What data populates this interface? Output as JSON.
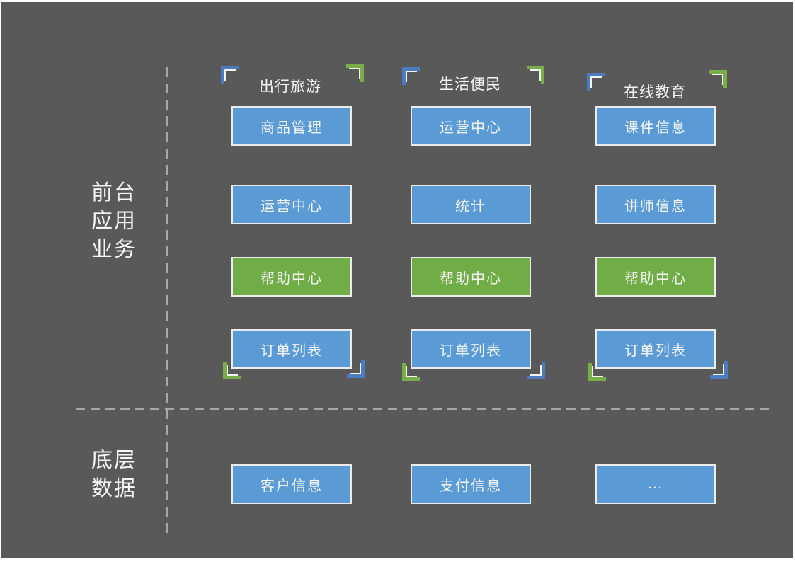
{
  "colors": {
    "background": "#595959",
    "box_blue": "#5B9BD5",
    "box_green": "#70AD47",
    "box_border": "#ECECEC",
    "bracket_blue": "#4C7CC0",
    "bracket_green": "#79AD49",
    "bracket_edge": "#F2F6EC",
    "dash": "#A8A8A8",
    "text": "#F5F5F5"
  },
  "side_labels": {
    "front_office": {
      "lines": [
        "前台",
        "应用",
        "业务"
      ]
    },
    "bottom_data": {
      "lines": [
        "底层",
        "数据"
      ]
    }
  },
  "columns": [
    {
      "header": "出行旅游",
      "boxes": [
        {
          "label": "商品管理",
          "type": "blue"
        },
        {
          "label": "运营中心",
          "type": "blue"
        },
        {
          "label": "帮助中心",
          "type": "green"
        },
        {
          "label": "订单列表",
          "type": "blue"
        }
      ],
      "data_box": {
        "label": "客户信息",
        "type": "blue"
      }
    },
    {
      "header": "生活便民",
      "boxes": [
        {
          "label": "运营中心",
          "type": "blue"
        },
        {
          "label": "统计",
          "type": "blue"
        },
        {
          "label": "帮助中心",
          "type": "green"
        },
        {
          "label": "订单列表",
          "type": "blue"
        }
      ],
      "data_box": {
        "label": "支付信息",
        "type": "blue"
      }
    },
    {
      "header": "在线教育",
      "boxes": [
        {
          "label": "课件信息",
          "type": "blue"
        },
        {
          "label": "讲师信息",
          "type": "blue"
        },
        {
          "label": "帮助中心",
          "type": "green"
        },
        {
          "label": "订单列表",
          "type": "blue"
        }
      ],
      "data_box": {
        "label": "...",
        "type": "blue"
      }
    }
  ]
}
